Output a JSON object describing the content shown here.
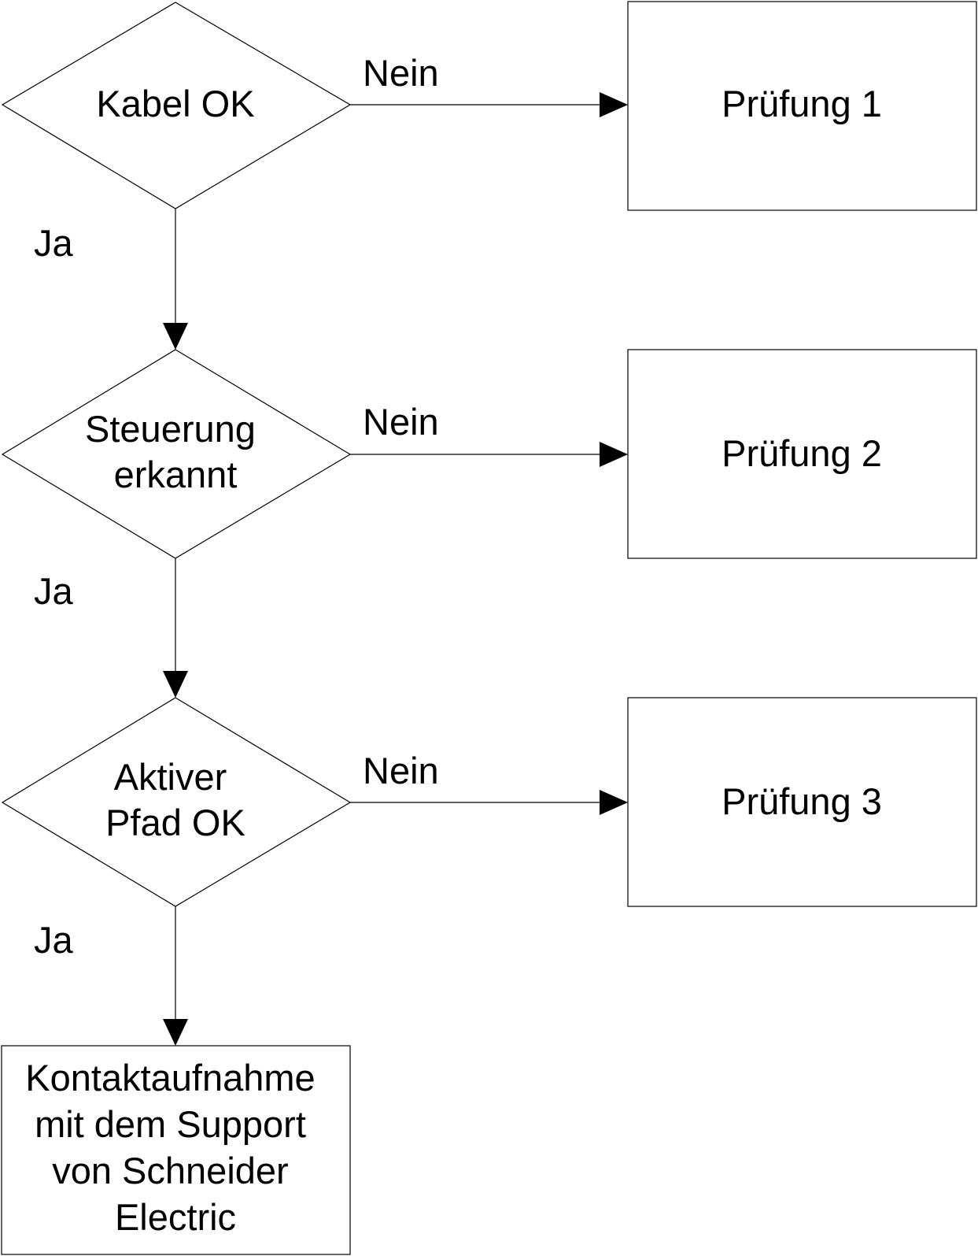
{
  "decisions": [
    {
      "lines": [
        "Kabel OK"
      ]
    },
    {
      "lines": [
        "Steuerung",
        "erkannt"
      ]
    },
    {
      "lines": [
        "Aktiver",
        "Pfad OK"
      ]
    }
  ],
  "checks": [
    {
      "label": "Prüfung 1"
    },
    {
      "label": "Prüfung 2"
    },
    {
      "label": "Prüfung 3"
    }
  ],
  "no_label": "Nein",
  "yes_label": "Ja",
  "final": {
    "lines": [
      "Kontaktaufnahme",
      "mit dem Support",
      "von Schneider",
      "Electric"
    ]
  }
}
